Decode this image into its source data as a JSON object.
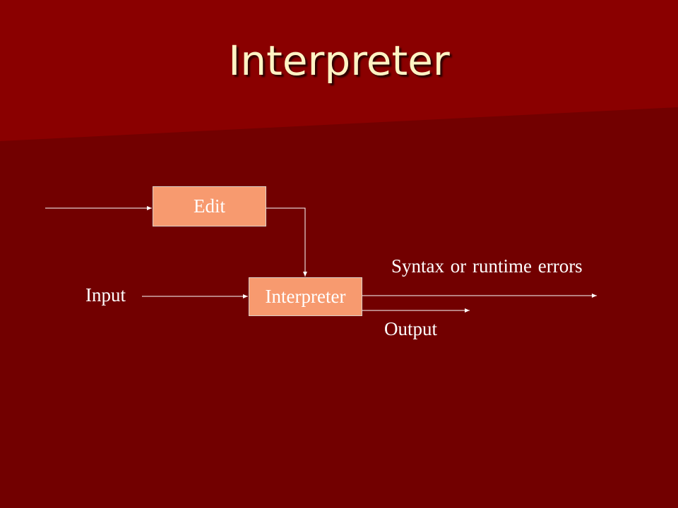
{
  "slide": {
    "title": "Interpreter"
  },
  "diagram": {
    "edit_box_label": "Edit",
    "interpreter_box_label": "Interpreter",
    "input_label": "Input",
    "errors_label": "Syntax or runtime errors",
    "output_label": "Output"
  },
  "colors": {
    "background": "#720000",
    "background_band": "#8a0000",
    "title_text": "#fff3c4",
    "box_fill": "#f79a6f",
    "text": "#ffffff",
    "wire": "#ffffff"
  }
}
